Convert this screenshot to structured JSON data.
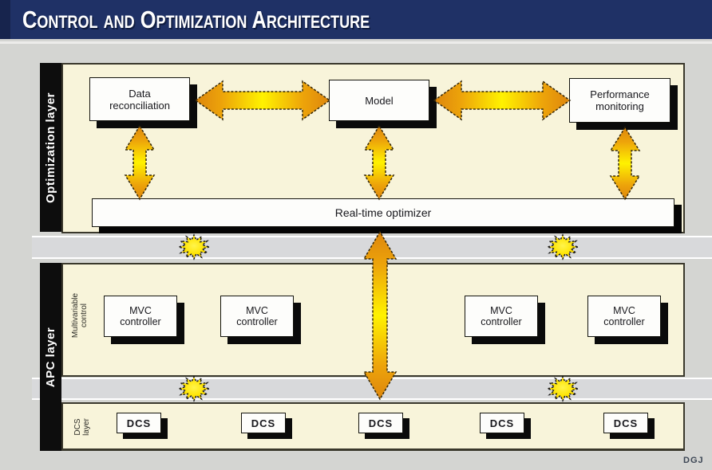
{
  "title": "Control and Optimization Architecture",
  "credit": "DGJ",
  "optimization_layer": {
    "label": "Optimization layer",
    "boxes": [
      {
        "label": "Data reconciliation"
      },
      {
        "label": "Model"
      },
      {
        "label": "Performance monitoring"
      }
    ],
    "optimizer_bar_label": "Real-time optimizer"
  },
  "apc_layer": {
    "label": "APC layer",
    "sublabel_line1": "Multivariable",
    "sublabel_line2": "control",
    "controllers": [
      "MVC controller",
      "MVC controller",
      "MVC controller",
      "MVC controller"
    ]
  },
  "dcs_layer": {
    "label_line1": "DCS",
    "label_line2": "layer",
    "units": [
      "DCS",
      "DCS",
      "DCS",
      "DCS",
      "DCS"
    ]
  },
  "colors": {
    "title_navy": "#1f3166",
    "panel_cream": "#f8f4da",
    "layer_bar_black": "#0d0d0d",
    "arrow_orange": "#dd860d",
    "arrow_yellow": "#fff200",
    "burst_yellow": "#ffe400",
    "background_gray": "#d4d5d2"
  }
}
